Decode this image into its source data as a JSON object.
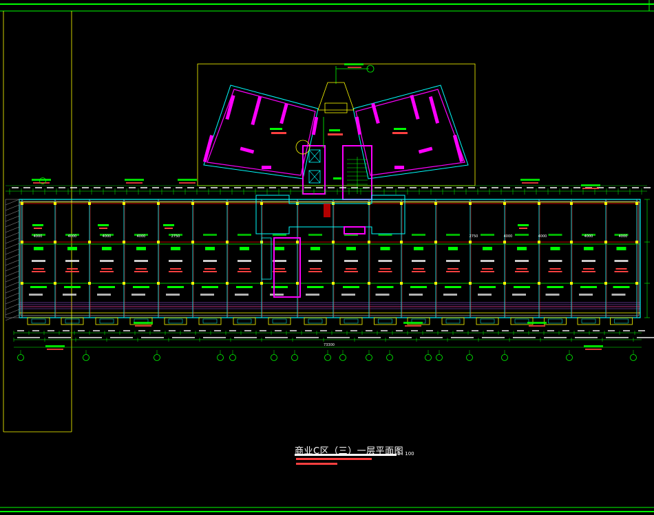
{
  "drawing": {
    "title": "商业C区（三）一层平面图",
    "scale": "1 : 100",
    "overall_dimension": "73300",
    "colors": {
      "background": "#000000",
      "frame": "#00ff00",
      "border": "#ffff00",
      "walls": "#ff00ff",
      "axis": "#ff0000",
      "cyan": "#00ffff",
      "dims": "#00ff00",
      "white": "#ffffff"
    },
    "top_bay_dims": [
      "4000",
      "4000",
      "4000",
      "4000",
      "2750",
      "2750",
      "4000",
      "4000",
      "4000",
      "4000"
    ],
    "icons": [
      "north-arrow-icon",
      "elevator-icon",
      "stair-icon"
    ]
  }
}
